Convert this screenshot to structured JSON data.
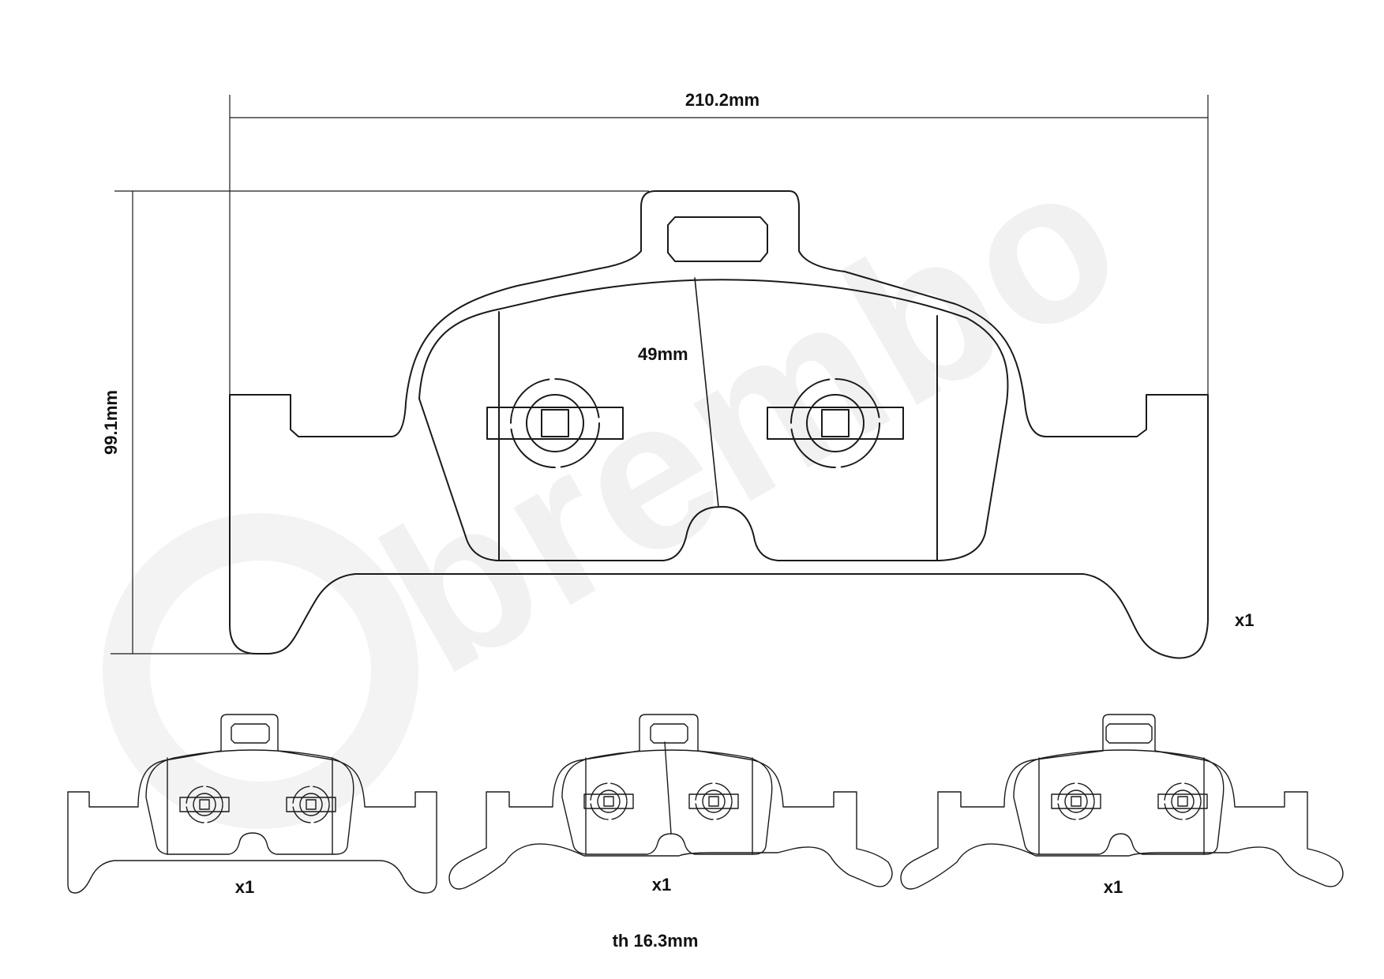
{
  "dimensions": {
    "width": "210.2mm",
    "height": "99.1mm",
    "thickness": "49mm",
    "pad_thickness": "th 16.3mm"
  },
  "quantities": {
    "main": "x1",
    "small_1": "x1",
    "small_2": "x1",
    "small_3": "x1"
  },
  "watermark": "brembo",
  "colors": {
    "line": "#1a1a1a",
    "watermark": "#f1f1f1"
  }
}
